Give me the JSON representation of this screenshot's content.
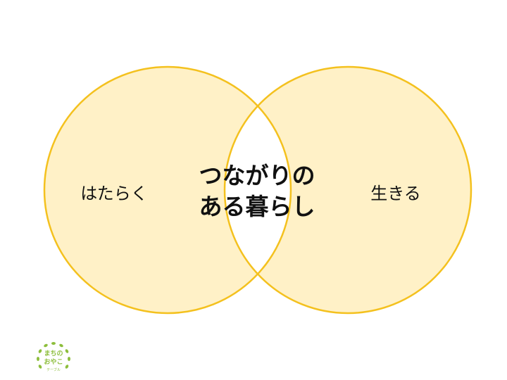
{
  "diagram": {
    "left_circle_label": "はたらく",
    "right_circle_label": "生きる",
    "center_label_line1": "つながりの",
    "center_label_line2": "ある暮らし"
  },
  "colors": {
    "circle_fill": "#FFF1C7",
    "circle_stroke": "#F4C11E",
    "overlap_fill": "#FFFFFF",
    "logo_green": "#8DBE3C"
  },
  "logo": {
    "line1": "まちの",
    "line2": "おやこ",
    "line3": "テーブル"
  }
}
